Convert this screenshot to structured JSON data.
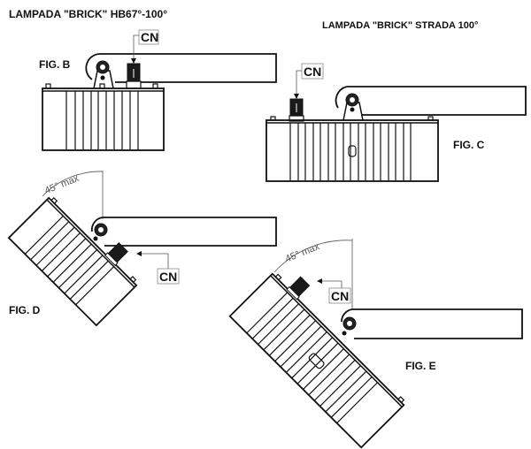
{
  "titles": {
    "left": "LAMPADA \"BRICK\" HB67°-100°",
    "right": "LAMPADA \"BRICK\" STRADA 100°"
  },
  "figures": {
    "b": {
      "label": "FIG. B",
      "connector": "CN"
    },
    "c": {
      "label": "FIG. C",
      "connector": "CN"
    },
    "d": {
      "label": "FIG. D",
      "connector": "CN",
      "angle": "45° max"
    },
    "e": {
      "label": "FIG. E",
      "connector": "CN",
      "angle": "45° max"
    }
  },
  "colors": {
    "line": "#111111",
    "dimension": "#555555",
    "background": "#ffffff"
  }
}
